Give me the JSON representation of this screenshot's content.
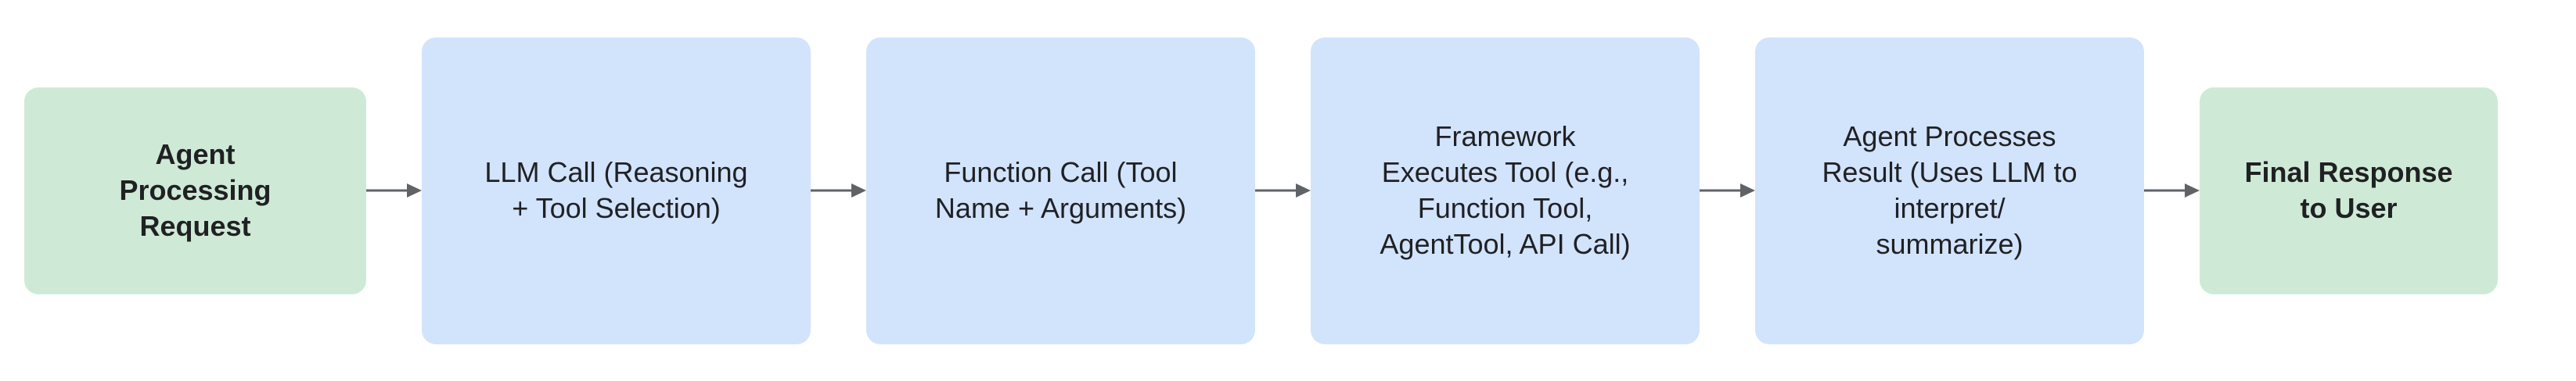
{
  "diagram": {
    "type": "flowchart",
    "direction": "left-to-right",
    "colors": {
      "terminal_bg": "#CEEAD6",
      "process_bg": "#D2E3FC",
      "text": "#202124",
      "arrow": "#5F6368",
      "background": "#FFFFFF"
    },
    "nodes": [
      {
        "id": "agent-request",
        "type": "terminal",
        "label": "Agent\nProcessing\nRequest"
      },
      {
        "id": "llm-call",
        "type": "process",
        "label": "LLM Call (Reasoning\n+ Tool Selection)"
      },
      {
        "id": "function-call",
        "type": "process",
        "label": "Function Call (Tool\nName + Arguments)"
      },
      {
        "id": "framework-executes",
        "type": "process",
        "label": "Framework\nExecutes Tool (e.g.,\nFunction Tool,\nAgentTool, API Call)"
      },
      {
        "id": "agent-processes",
        "type": "process",
        "label": "Agent Processes\nResult (Uses LLM to\ninterpret/\nsummarize)"
      },
      {
        "id": "final-response",
        "type": "terminal",
        "label": "Final Response\nto User"
      }
    ],
    "edges": [
      {
        "from": "agent-request",
        "to": "llm-call"
      },
      {
        "from": "llm-call",
        "to": "function-call"
      },
      {
        "from": "function-call",
        "to": "framework-executes"
      },
      {
        "from": "framework-executes",
        "to": "agent-processes"
      },
      {
        "from": "agent-processes",
        "to": "final-response"
      }
    ]
  }
}
